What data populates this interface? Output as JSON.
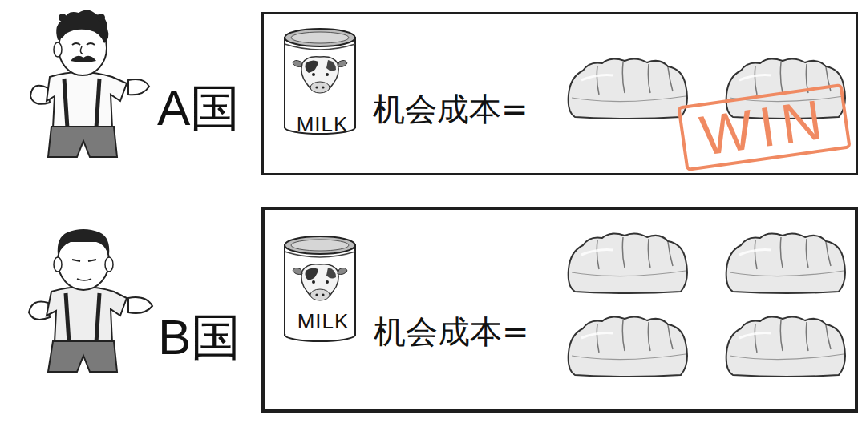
{
  "diagram": {
    "nodes": [
      {
        "text": [
          "A国",
          "MILK",
          "机会成本=",
          "WIN"
        ]
      },
      {
        "text": [
          "B国",
          "MILK",
          "机会成本="
        ]
      }
    ]
  }
}
